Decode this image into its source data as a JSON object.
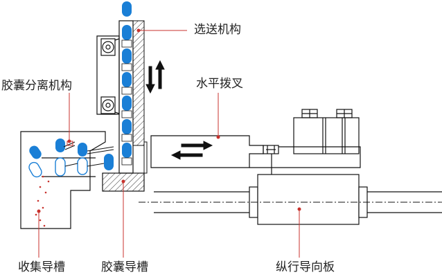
{
  "labels": {
    "selection_mechanism": "选送机构",
    "capsule_separation": "胶囊分离机构",
    "horizontal_fork": "水平拨叉",
    "collection_chute": "收集导槽",
    "capsule_chute": "胶囊导槽",
    "longitudinal_guide": "纵行导向板"
  },
  "colors": {
    "capsule_blue": "#1a7fd6",
    "leader_red": "#c8322d",
    "line": "#111111",
    "hatch": "#333333"
  }
}
